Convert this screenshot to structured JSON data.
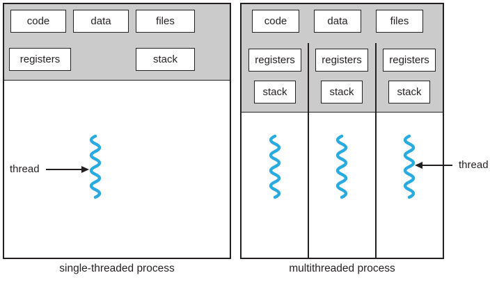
{
  "labels": {
    "code": "code",
    "data": "data",
    "files": "files",
    "registers": "registers",
    "stack": "stack",
    "thread": "thread"
  },
  "captions": {
    "single_threaded": "single-threaded process",
    "multithreaded": "multithreaded process"
  },
  "colors": {
    "header_gray": "#cbcbcb",
    "line_black": "#231f20",
    "thread_blue": "#29abe2",
    "box_white": "#ffffff"
  },
  "icons": {
    "thread_squiggle": "vertical-wavy-line",
    "arrow_right": "→",
    "arrow_left": "←"
  }
}
